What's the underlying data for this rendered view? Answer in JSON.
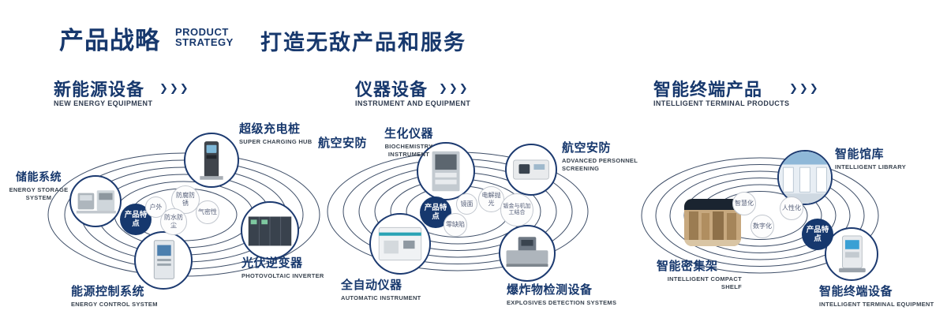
{
  "header": {
    "title": "产品战略",
    "subtitle_line1": "PRODUCT",
    "subtitle_line2": "STRATEGY",
    "tagline": "打造无敌产品和服务"
  },
  "icons": {
    "chevrons": "❯❯❯"
  },
  "colors": {
    "navy": "#17386d",
    "background": "#ffffff"
  },
  "sections": [
    {
      "title": "新能源设备",
      "subtitle": "NEW ENERGY EQUIPMENT",
      "badge": "产品特点",
      "products": [
        {
          "name": "超级充电桩",
          "en": "SUPER CHARGING HUB"
        },
        {
          "name": "储能系统",
          "en": "ENERGY STORAGE SYSTEM"
        },
        {
          "name": "光伏逆变器",
          "en": "PHOTOVOLTAIC INVERTER"
        },
        {
          "name": "能源控制系统",
          "en": "ENERGY CONTROL SYSTEM"
        }
      ],
      "features": [
        "防腐防锈",
        "户外",
        "气密性",
        "防水防尘"
      ]
    },
    {
      "title": "仪器设备",
      "subtitle": "INSTRUMENT AND EQUIPMENT",
      "badge": "产品特点",
      "side_label": "航空安防",
      "products": [
        {
          "name": "生化仪器",
          "en": "BIOCHEMISTRY INSTRUMENT"
        },
        {
          "name": "航空安防",
          "en": "ADVANCED PERSONNEL SCREENING"
        },
        {
          "name": "全自动仪器",
          "en": "AUTOMATIC INSTRUMENT"
        },
        {
          "name": "爆炸物检测设备",
          "en": "EXPLOSIVES DETECTION SYSTEMS"
        }
      ],
      "features": [
        "镜面",
        "电解抛光",
        "钣金与机加工结合",
        "零缺陷"
      ]
    },
    {
      "title": "智能终端产品",
      "subtitle": "INTELLIGENT TERMINAL PRODUCTS",
      "badge": "产品特点",
      "products": [
        {
          "name": "智能馆库",
          "en": "INTELLIGENT LIBRARY"
        },
        {
          "name": "智能密集架",
          "en": "INTELLIGENT COMPACT SHELF"
        },
        {
          "name": "智能终端设备",
          "en": "INTELLIGENT TERMINAL EQUIPMENT"
        }
      ],
      "features": [
        "智慧化",
        "人性化",
        "数字化"
      ]
    }
  ]
}
